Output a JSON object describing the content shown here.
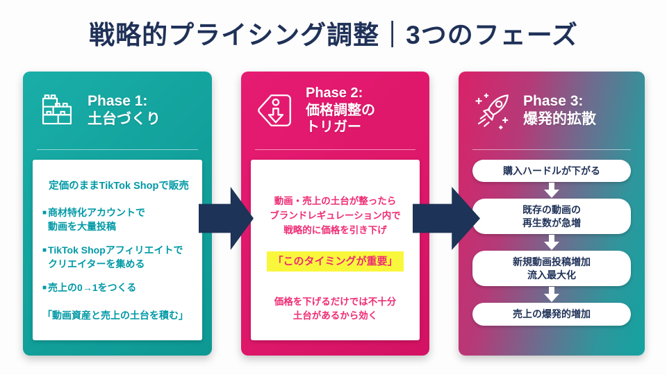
{
  "title": "戦略的プライシング調整｜3つのフェーズ",
  "colors": {
    "title_navy": "#1F3158",
    "teal": "#12A09B",
    "pink": "#DD1769",
    "arrow_navy": "#1D3357",
    "highlight_yellow": "#F9F73B",
    "phase1_text": "#0099A6",
    "phase2_text": "#EE2C74"
  },
  "phase1": {
    "icon": "building-blocks-icon",
    "header": "Phase 1:\n土台づくり",
    "heading": "定価のままTikTok Shopで販売",
    "bullet_marker": "■",
    "bullets": [
      "商材特化アカウントで\n動画を大量投稿",
      "TikTok Shopアフィリエイトで\nクリエイターを集める",
      "売上の0→1をつくる"
    ],
    "quote": "「動画資産と売上の土台を積む」"
  },
  "phase2": {
    "icon": "price-tag-down-icon",
    "header": "Phase 2:\n価格調整の\nトリガー",
    "body": "動画・売上の土台が整ったら\nブランドレギュレーション内で\n戦略的に価格を引き下げ",
    "highlight": "「このタイミングが重要」",
    "note": "価格を下げるだけでは不十分\n土台があるから効く"
  },
  "phase3": {
    "icon": "rocket-icon",
    "header": "Phase 3:\n爆発的拡散",
    "steps": [
      "購入ハードルが下がる",
      "既存の動画の\n再生数が急増",
      "新規動画投稿増加\n流入最大化",
      "売上の爆発的増加"
    ]
  }
}
